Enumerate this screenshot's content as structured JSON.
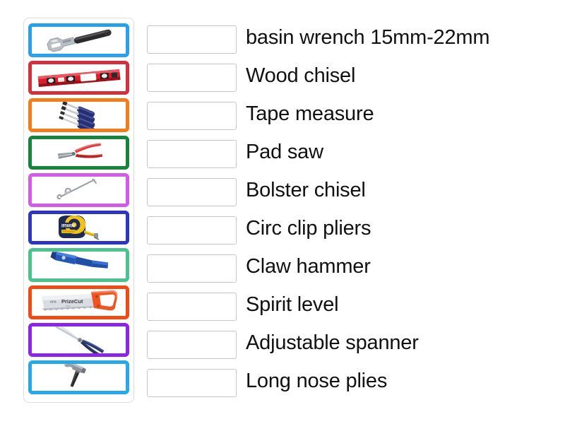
{
  "activity": {
    "type": "match-up-drag-and-drop",
    "left_panel_name": "tool-image-tiles",
    "right_panel_name": "answer-drop-zones"
  },
  "tiles": [
    {
      "id": "tile-1",
      "icon": "adjustable-wrench-icon",
      "alt": "Adjustable wrench",
      "border_color": "#29A0E8"
    },
    {
      "id": "tile-2",
      "icon": "spirit-level-icon",
      "alt": "Red spirit level",
      "border_color": "#D32F3C"
    },
    {
      "id": "tile-3",
      "icon": "screwdriver-set-icon",
      "alt": "Set of screwdrivers",
      "border_color": "#F57C1B"
    },
    {
      "id": "tile-4",
      "icon": "circlip-pliers-icon",
      "alt": "Red circlip pliers",
      "border_color": "#17843C"
    },
    {
      "id": "tile-5",
      "icon": "basin-wrench-icon",
      "alt": "Basin wrench",
      "border_color": "#D25CE6"
    },
    {
      "id": "tile-6",
      "icon": "tape-measure-icon",
      "alt": "Tape measure",
      "border_color": "#2E35BE"
    },
    {
      "id": "tile-7",
      "icon": "bolster-chisel-icon",
      "alt": "Blue bolster chisel",
      "border_color": "#4CC38C"
    },
    {
      "id": "tile-8",
      "icon": "pad-saw-icon",
      "alt": "Pad saw",
      "border_color": "#F04A15"
    },
    {
      "id": "tile-9",
      "icon": "long-nose-pliers-icon",
      "alt": "Long nose pliers",
      "border_color": "#8E24E8"
    },
    {
      "id": "tile-10",
      "icon": "claw-hammer-icon",
      "alt": "Claw hammer",
      "border_color": "#29A8E8"
    }
  ],
  "answers": [
    {
      "id": "answer-1",
      "label": "basin wrench 15mm-22mm",
      "value": "",
      "placeholder": ""
    },
    {
      "id": "answer-2",
      "label": "Wood chisel",
      "value": "",
      "placeholder": ""
    },
    {
      "id": "answer-3",
      "label": "Tape measure",
      "value": "",
      "placeholder": ""
    },
    {
      "id": "answer-4",
      "label": "Pad saw",
      "value": "",
      "placeholder": ""
    },
    {
      "id": "answer-5",
      "label": "Bolster chisel",
      "value": "",
      "placeholder": ""
    },
    {
      "id": "answer-6",
      "label": "Circ clip pliers",
      "value": "",
      "placeholder": ""
    },
    {
      "id": "answer-7",
      "label": "Claw hammer",
      "value": "",
      "placeholder": ""
    },
    {
      "id": "answer-8",
      "label": "Spirit level",
      "value": "",
      "placeholder": ""
    },
    {
      "id": "answer-9",
      "label": "Adjustable spanner",
      "value": "",
      "placeholder": ""
    },
    {
      "id": "answer-10",
      "label": "Long nose plies",
      "value": "",
      "placeholder": ""
    }
  ],
  "colors": {
    "page_background": "#ffffff",
    "panel_border": "#dcdcdc",
    "drop_box_border": "#c6c6c6",
    "label_text": "#111111"
  }
}
